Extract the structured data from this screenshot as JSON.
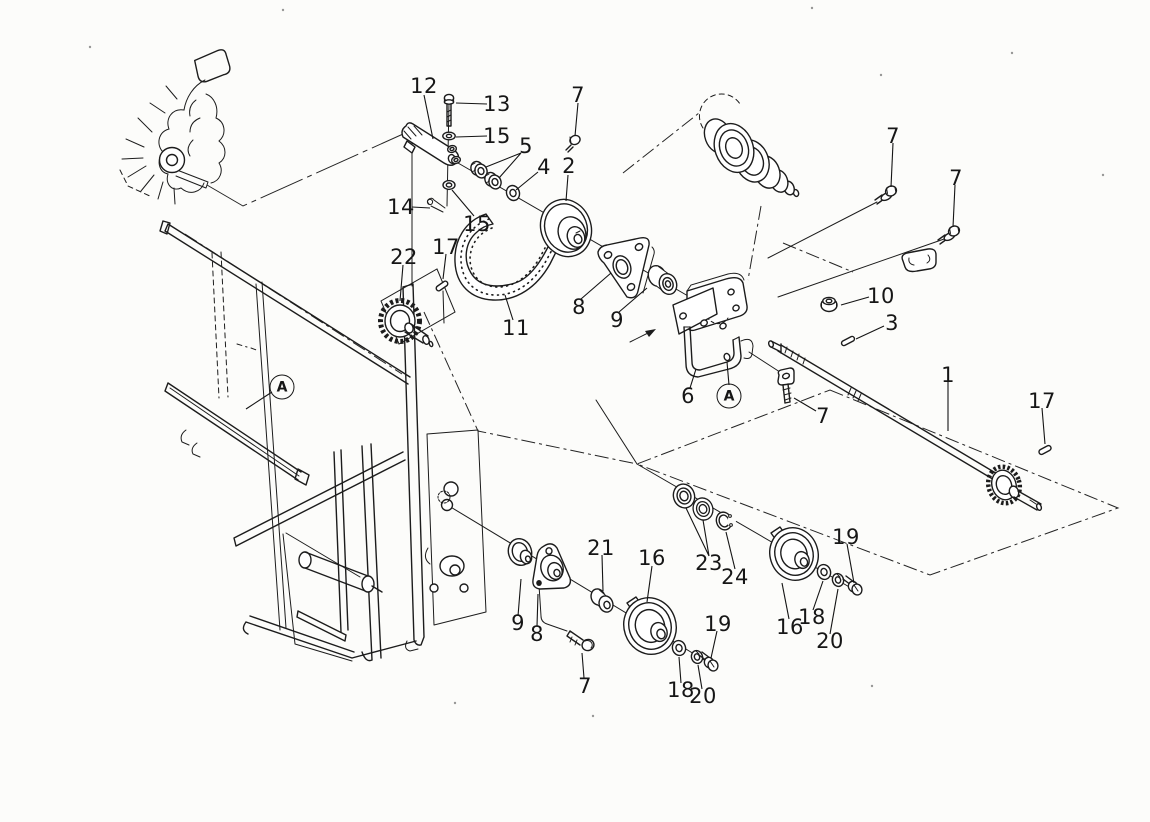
{
  "colors": {
    "ink": "#1c1c1c",
    "paper": "#fcfcfa"
  },
  "callouts": [
    {
      "id": "12",
      "label": "12"
    },
    {
      "id": "13",
      "label": "13"
    },
    {
      "id": "15a",
      "label": "15"
    },
    {
      "id": "5",
      "label": "5"
    },
    {
      "id": "4",
      "label": "4"
    },
    {
      "id": "2",
      "label": "2"
    },
    {
      "id": "7a",
      "label": "7"
    },
    {
      "id": "14",
      "label": "14"
    },
    {
      "id": "15b",
      "label": "15"
    },
    {
      "id": "17a",
      "label": "17"
    },
    {
      "id": "22",
      "label": "22"
    },
    {
      "id": "11",
      "label": "11"
    },
    {
      "id": "8a",
      "label": "8"
    },
    {
      "id": "9a",
      "label": "9"
    },
    {
      "id": "6",
      "label": "6"
    },
    {
      "id": "7c",
      "label": "7"
    },
    {
      "id": "10",
      "label": "10"
    },
    {
      "id": "3",
      "label": "3"
    },
    {
      "id": "7d",
      "label": "7"
    },
    {
      "id": "7e",
      "label": "7"
    },
    {
      "id": "1",
      "label": "1"
    },
    {
      "id": "17b",
      "label": "17"
    },
    {
      "id": "9b",
      "label": "9"
    },
    {
      "id": "8b",
      "label": "8"
    },
    {
      "id": "7f",
      "label": "7"
    },
    {
      "id": "21",
      "label": "21"
    },
    {
      "id": "16a",
      "label": "16"
    },
    {
      "id": "19a",
      "label": "19"
    },
    {
      "id": "18a",
      "label": "18"
    },
    {
      "id": "20a",
      "label": "20"
    },
    {
      "id": "23",
      "label": "23"
    },
    {
      "id": "24",
      "label": "24"
    },
    {
      "id": "16b",
      "label": "16"
    },
    {
      "id": "18b",
      "label": "18"
    },
    {
      "id": "20b",
      "label": "20"
    },
    {
      "id": "19b",
      "label": "19"
    }
  ],
  "view_markers": [
    {
      "id": "a-frame",
      "label": "A"
    },
    {
      "id": "a-bracket",
      "label": "A"
    }
  ],
  "parts": [
    {
      "callout": "1",
      "kind": "drive-shaft-with-gear"
    },
    {
      "callout": "2",
      "kind": "v-belt-pulley"
    },
    {
      "callout": "3",
      "kind": "roll-pin"
    },
    {
      "callout": "4",
      "kind": "washer"
    },
    {
      "callout": "5",
      "kind": "hex-nuts"
    },
    {
      "callout": "6",
      "kind": "u-bracket"
    },
    {
      "callout": "7",
      "kind": "bolt"
    },
    {
      "callout": "8",
      "kind": "bearing-flange"
    },
    {
      "callout": "9",
      "kind": "bearing-roller"
    },
    {
      "callout": "10",
      "kind": "nut"
    },
    {
      "callout": "11",
      "kind": "v-belt"
    },
    {
      "callout": "12",
      "kind": "tension-arm"
    },
    {
      "callout": "13",
      "kind": "pivot-bolt"
    },
    {
      "callout": "14",
      "kind": "cotter-pin"
    },
    {
      "callout": "15",
      "kind": "washers"
    },
    {
      "callout": "16",
      "kind": "idler-pulley"
    },
    {
      "callout": "17",
      "kind": "woodruff-key"
    },
    {
      "callout": "18",
      "kind": "washer"
    },
    {
      "callout": "19",
      "kind": "bolt"
    },
    {
      "callout": "20",
      "kind": "spring-washer"
    },
    {
      "callout": "21",
      "kind": "spacer-bushing"
    },
    {
      "callout": "22",
      "kind": "gear"
    },
    {
      "callout": "23",
      "kind": "ball-bearings"
    },
    {
      "callout": "24",
      "kind": "snap-ring"
    }
  ]
}
